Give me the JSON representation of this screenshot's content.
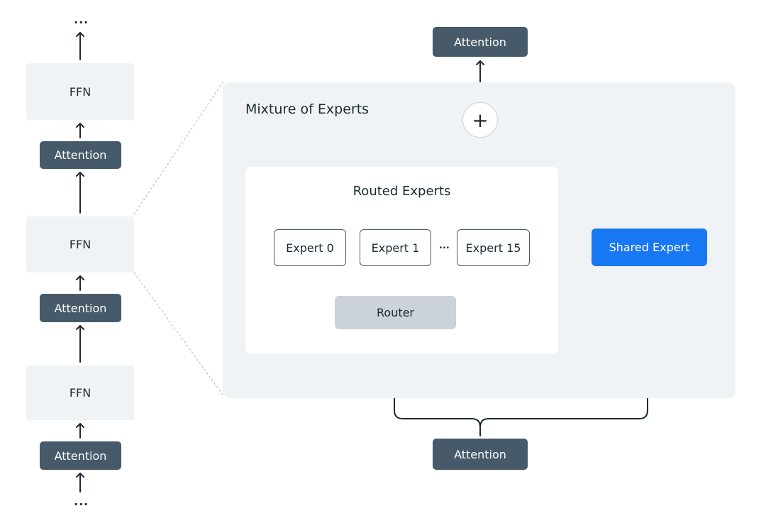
{
  "left_stack": {
    "top_ellipsis": "...",
    "bottom_ellipsis": "...",
    "ffn_label": "FFN",
    "attention_label": "Attention"
  },
  "moe": {
    "title": "Mixture of Experts",
    "routed_title": "Routed Experts",
    "experts": [
      "Expert 0",
      "Expert 1",
      "Expert 15"
    ],
    "expert_ellipsis": "...",
    "router_label": "Router",
    "shared_label": "Shared Expert",
    "plus_symbol": "+",
    "attention_top": "Attention",
    "attention_bottom": "Attention"
  },
  "colors": {
    "attention_fill": "#465a69",
    "panel_fill": "#f0f3f6",
    "router_fill": "#cbd2d9",
    "shared_fill": "#1877f2"
  }
}
